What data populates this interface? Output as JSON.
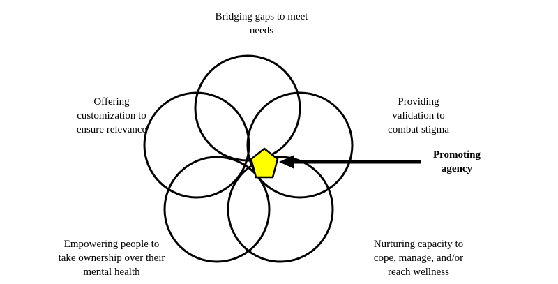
{
  "diagram": {
    "labels": {
      "top": [
        "Bridging gaps to meet",
        "needs"
      ],
      "upper_left": [
        "Offering",
        "customization to",
        "ensure relevance"
      ],
      "upper_right": [
        "Providing",
        "validation to",
        "combat stigma"
      ],
      "lower_left": [
        "Empowering people to",
        "take ownership over their",
        "mental health"
      ],
      "lower_right": [
        "Nurturing capacity to",
        "cope, manage, and/or",
        "reach wellness"
      ],
      "center": [
        "Promoting",
        "agency"
      ]
    },
    "colors": {
      "stroke": "#000000",
      "center_fill": "#ffff00",
      "text": "#000000"
    }
  }
}
